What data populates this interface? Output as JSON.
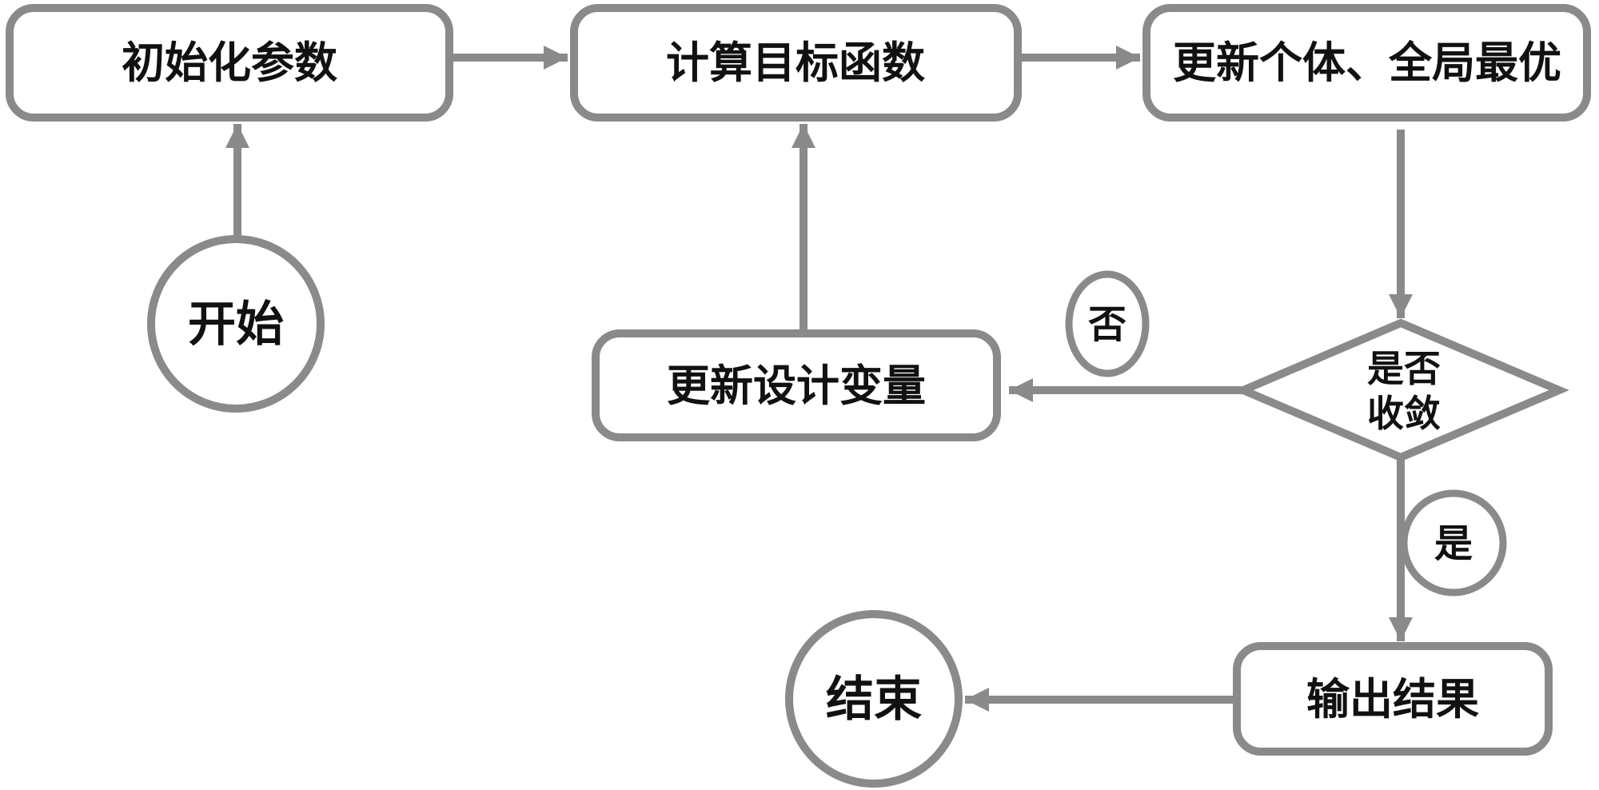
{
  "diagram": {
    "type": "flowchart",
    "colors": {
      "line": "#8a8a8a",
      "text": "#111111",
      "background": "#ffffff"
    },
    "nodes": {
      "start": {
        "shape": "circle",
        "label": "开始"
      },
      "init_params": {
        "shape": "rounded-rect",
        "label": "初始化参数"
      },
      "compute_objective": {
        "shape": "rounded-rect",
        "label": "计算目标函数"
      },
      "update_best": {
        "shape": "rounded-rect",
        "label": "更新个体、全局最优"
      },
      "update_design_vars": {
        "shape": "rounded-rect",
        "label": "更新设计变量"
      },
      "convergence_check": {
        "shape": "diamond",
        "label": "是否收敛",
        "label_line1": "是否",
        "label_line2": "收敛"
      },
      "output_results": {
        "shape": "rounded-rect",
        "label": "输出结果"
      },
      "end": {
        "shape": "circle",
        "label": "结束"
      },
      "no_badge": {
        "shape": "ellipse",
        "label": "否"
      },
      "yes_badge": {
        "shape": "circle",
        "label": "是"
      }
    },
    "edges": [
      {
        "from": "start",
        "to": "init_params",
        "label": ""
      },
      {
        "from": "init_params",
        "to": "compute_objective",
        "label": ""
      },
      {
        "from": "compute_objective",
        "to": "update_best",
        "label": ""
      },
      {
        "from": "update_best",
        "to": "convergence_check",
        "label": ""
      },
      {
        "from": "convergence_check",
        "to": "update_design_vars",
        "label": "否"
      },
      {
        "from": "update_design_vars",
        "to": "compute_objective",
        "label": ""
      },
      {
        "from": "convergence_check",
        "to": "output_results",
        "label": "是"
      },
      {
        "from": "output_results",
        "to": "end",
        "label": ""
      }
    ]
  }
}
